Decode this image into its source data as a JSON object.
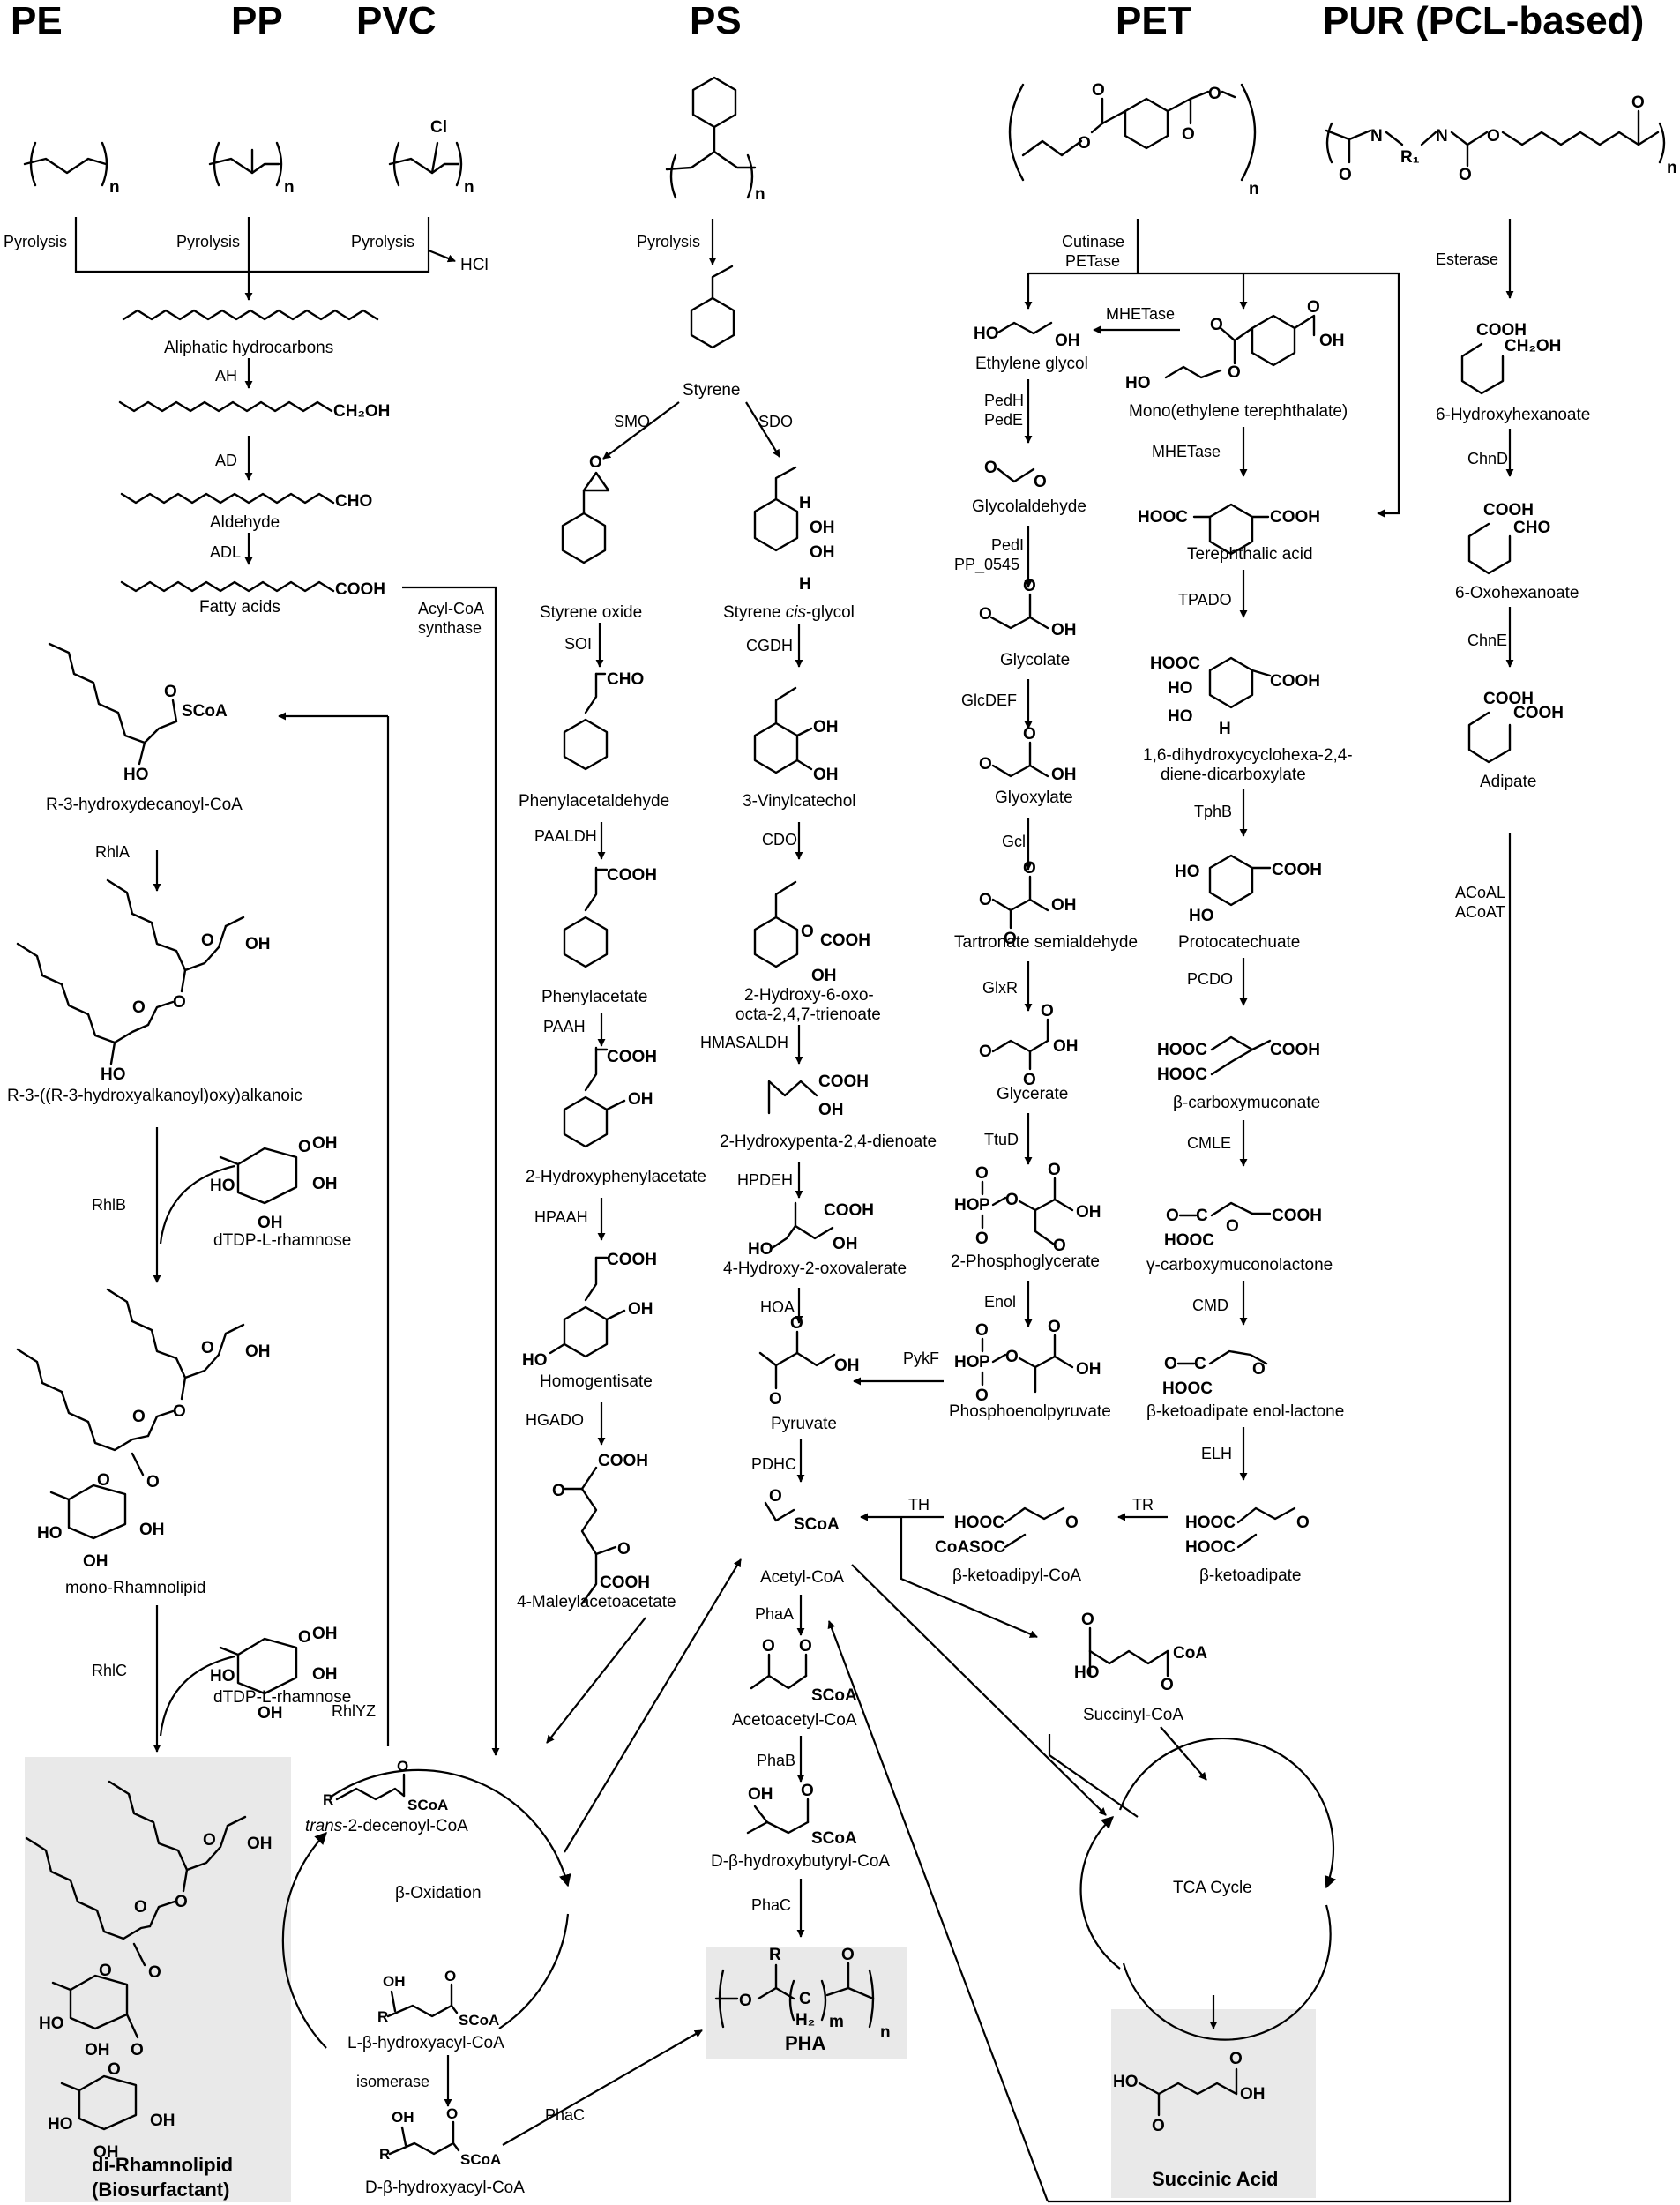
{
  "headers": {
    "pe": "PE",
    "pp": "PP",
    "pvc": "PVC",
    "ps": "PS",
    "pet": "PET",
    "pur": "PUR (PCL-based)"
  },
  "enzymes": {
    "pyrolysis_pe": "Pyrolysis",
    "pyrolysis_pp": "Pyrolysis",
    "pyrolysis_pvc": "Pyrolysis",
    "pyrolysis_ps": "Pyrolysis",
    "ah": "AH",
    "ad": "AD",
    "adl": "ADL",
    "acyl_coa_synthase_1": "Acyl-CoA",
    "acyl_coa_synthase_2": "synthase",
    "rhla": "RhlA",
    "rhlb": "RhlB",
    "rhlc": "RhlC",
    "rhlyz": "RhlYZ",
    "isomerase": "isomerase",
    "phac_left": "PhaC",
    "smo": "SMO",
    "sdo": "SDO",
    "soi": "SOI",
    "paaldh": "PAALDH",
    "paah": "PAAH",
    "hpaah": "HPAAH",
    "hgado": "HGADO",
    "cgdh": "CGDH",
    "cdo": "CDO",
    "hmasaldh": "HMASALDH",
    "hpdeh": "HPDEH",
    "hoa": "HOA",
    "pdhc": "PDHC",
    "phaa": "PhaA",
    "phab": "PhaB",
    "phac": "PhaC",
    "pykf": "PykF",
    "th": "TH",
    "tr": "TR",
    "cutinase": "Cutinase",
    "petase": "PETase",
    "mhetase_1": "MHETase",
    "mhetase_2": "MHETase",
    "pedh": "PedH",
    "pede": "PedE",
    "pedi": "PedI",
    "pp0545": "PP_0545",
    "glcdef": "GlcDEF",
    "gcl": "Gcl",
    "glxr": "GlxR",
    "ttud": "TtuD",
    "enol": "Enol",
    "tpado": "TPADO",
    "tphb": "TphB",
    "pcdo": "PCDO",
    "cmle": "CMLE",
    "cmd": "CMD",
    "elh": "ELH",
    "esterase": "Esterase",
    "chnd": "ChnD",
    "chne": "ChnE",
    "acoal": "ACoAL",
    "acoat": "ACoAT"
  },
  "compounds": {
    "hcl": "HCl",
    "aliphatic_hydrocarbons": "Aliphatic hydrocarbons",
    "aldehyde": "Aldehyde",
    "fatty_acids": "Fatty acids",
    "r3_hydroxydecanoyl_coa": "R-3-hydroxydecanoyl-CoA",
    "haa": "R-3-((R-3-hydroxyalkanoyl)oxy)alkanoic",
    "dtdp_rhamnose_1": "dTDP-L-rhamnose",
    "dtdp_rhamnose_2": "dTDP-L-rhamnose",
    "mono_rhamnolipid": "mono-Rhamnolipid",
    "di_rhamnolipid_1": "di-Rhamnolipid",
    "di_rhamnolipid_2": "(Biosurfactant)",
    "trans_decenoyl_prefix": "trans",
    "trans_decenoyl_rest": "-2-decenoyl-CoA",
    "beta_oxidation": "β-Oxidation",
    "l_hydroxyacyl_coa": "L-β-hydroxyacyl-CoA",
    "d_hydroxyacyl_coa": "D-β-hydroxyacyl-CoA",
    "styrene": "Styrene",
    "styrene_oxide": "Styrene oxide",
    "styrene_glycol_1": "Styrene",
    "styrene_glycol_2": "cis",
    "styrene_glycol_3": "-glycol",
    "phenylacetaldehyde": "Phenylacetaldehyde",
    "phenylacetate": "Phenylacetate",
    "hydroxyphenylacetate": "2-Hydroxyphenylacetate",
    "homogentisate": "Homogentisate",
    "maleylacetoacetate": "4-Maleylacetoacetate",
    "vinylcatechol": "3-Vinylcatechol",
    "hotrienoate_1": "2-Hydroxy-6-oxo-",
    "hotrienoate_2": "octa-2,4,7-trienoate",
    "hydroxypentadienoate": "2-Hydroxypenta-2,4-dienoate",
    "hydroxyoxovalerate": "4-Hydroxy-2-oxovalerate",
    "pyruvate": "Pyruvate",
    "acetyl_coa": "Acetyl-CoA",
    "acetoacetyl_coa": "Acetoacetyl-CoA",
    "d_hydroxybutyryl_coa": "D-β-hydroxybutyryl-CoA",
    "pha": "PHA",
    "tca_cycle": "TCA Cycle",
    "succinic_acid": "Succinic Acid",
    "succinyl_coa": "Succinyl-CoA",
    "ketoadipyl_coa": "β-ketoadipyl-CoA",
    "ketoadipate": "β-ketoadipate",
    "ethylene_glycol": "Ethylene glycol",
    "mhet": "Mono(ethylene terephthalate)",
    "glycolaldehyde": "Glycolaldehyde",
    "glycolate": "Glycolate",
    "glyoxylate": "Glyoxylate",
    "tartronate": "Tartronate semialdehyde",
    "glycerate": "Glycerate",
    "phosphoglycerate": "2-Phosphoglycerate",
    "pep": "Phosphoenolpyruvate",
    "terephthalic_acid": "Terephthalic acid",
    "dhcdd_1": "1,6-dihydroxycyclohexa-2,4-",
    "dhcdd_2": "diene-dicarboxylate",
    "protocatechuate": "Protocatechuate",
    "carboxymuconate": "β-carboxymuconate",
    "carboxymuconolactone": "γ-carboxymuconolactone",
    "enol_lactone": "β-ketoadipate enol-lactone",
    "hydroxyhexanoate": "6-Hydroxyhexanoate",
    "oxohexanoate": "6-Oxohexanoate",
    "adipate": "Adipate"
  },
  "groups": {
    "ch2oh": "CH₂OH",
    "cho": "CHO",
    "cooh": "COOH",
    "scoa": "SCoA",
    "coa": "CoA",
    "oh": "OH",
    "ho": "HO",
    "o": "O",
    "h": "H",
    "r": "R",
    "r1": "R₁",
    "n": "n",
    "m": "m",
    "cl": "Cl",
    "n_atom": "N",
    "hooc": "HOOC",
    "coasoc": "CoASOC",
    "ch2": "H₂",
    "c": "C",
    "p": "P"
  }
}
